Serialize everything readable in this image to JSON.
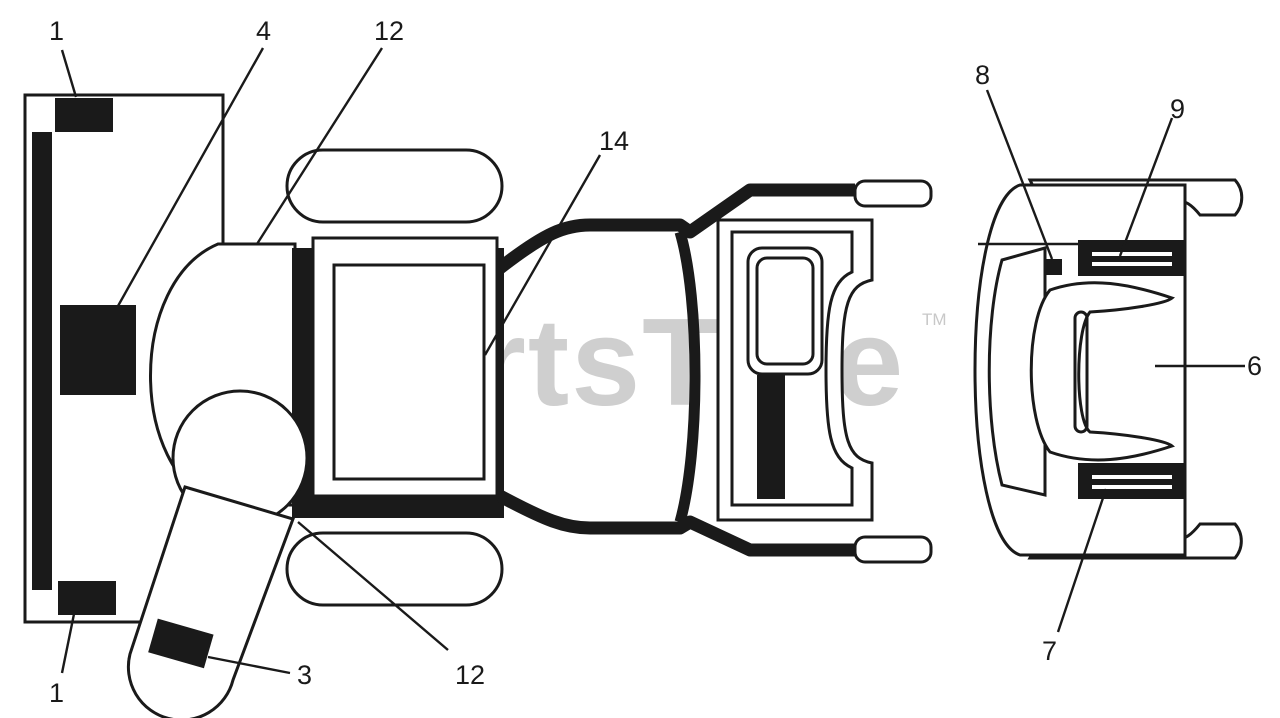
{
  "watermark": {
    "brand": "PartsTree",
    "trademark": "TM"
  },
  "callouts": {
    "c1_top": "1",
    "c4": "4",
    "c12_top": "12",
    "c14": "14",
    "c8": "8",
    "c9": "9",
    "c6": "6",
    "c7": "7",
    "c3": "3",
    "c12_bottom": "12",
    "c1_bottom": "1"
  }
}
